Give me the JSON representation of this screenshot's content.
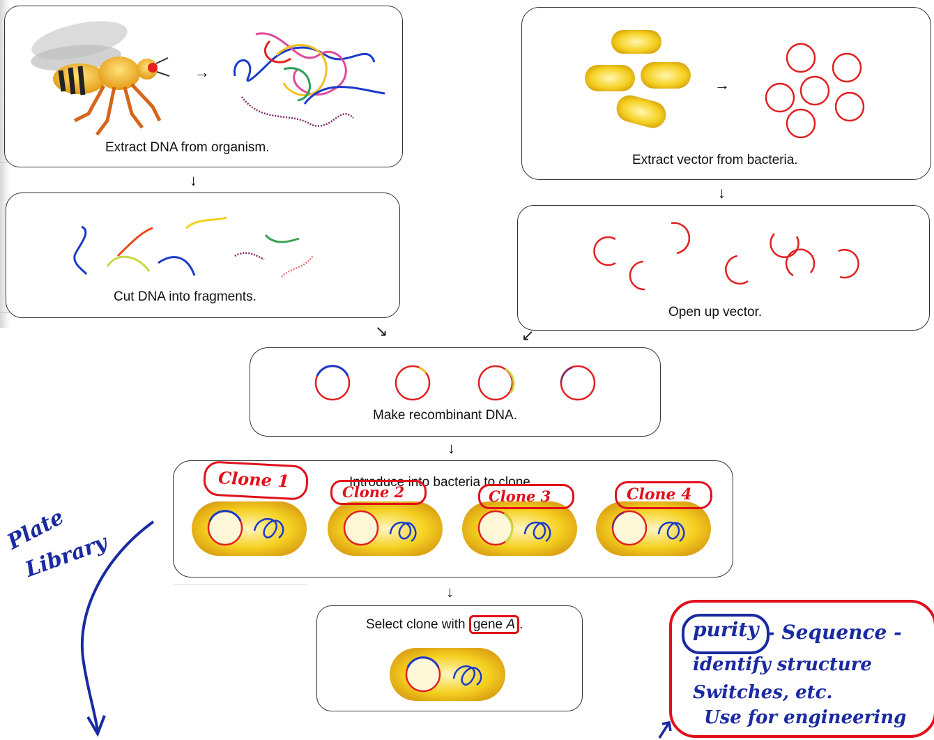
{
  "panels": {
    "extract_dna": {
      "caption": "Extract DNA from organism."
    },
    "extract_vector": {
      "caption": "Extract vector from bacteria."
    },
    "cut_dna": {
      "caption": "Cut DNA into fragments."
    },
    "open_vector": {
      "caption": "Open up vector."
    },
    "recombinant": {
      "caption": "Make recombinant DNA."
    },
    "introduce": {
      "caption": "Introduce into bacteria to clone."
    },
    "select": {
      "caption_prefix": "Select clone with ",
      "caption_gene": "gene ",
      "caption_gene_italic": "A",
      "caption_suffix": "."
    }
  },
  "annotations": {
    "clone_labels": [
      "Clone 1",
      "Clone 2",
      "Clone 3",
      "Clone 4"
    ],
    "plate_library": [
      "Plate",
      "Library"
    ],
    "notes": {
      "circled_word": "purity",
      "line1_rest": "- Sequence -",
      "line2": "identify structure",
      "line3": "Switches, etc.",
      "line4": "Use for engineering"
    }
  },
  "colors": {
    "annotation_red": "#e0101a",
    "annotation_blue": "#1a2aa0",
    "bacteria_yellow": "#f2c21e",
    "plasmid_red": "#e02020"
  },
  "arrows": {
    "right": "→",
    "down": "↓",
    "diag_right": "↘",
    "diag_left": "↙"
  }
}
